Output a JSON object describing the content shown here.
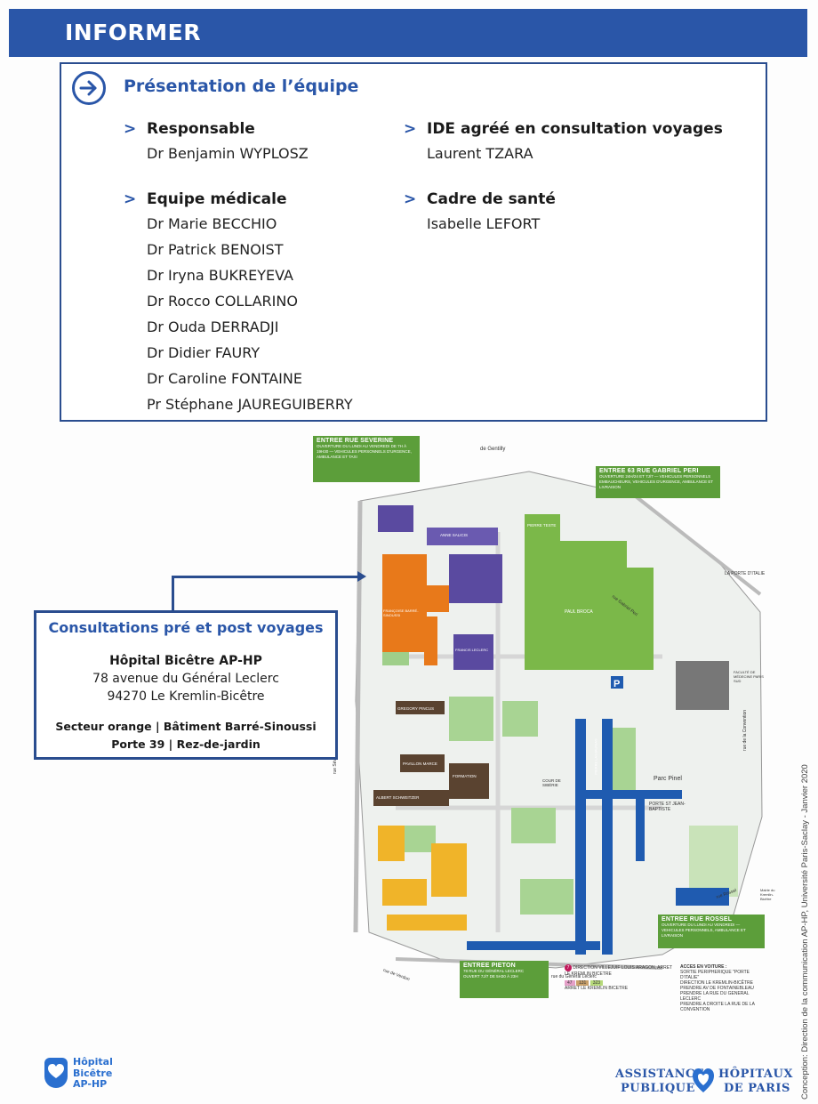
{
  "header": {
    "title": "INFORMER"
  },
  "team": {
    "title": "Présentation de l’équipe",
    "chevron": ">",
    "responsable": {
      "role": "Responsable",
      "people": [
        "Dr Benjamin WYPLOSZ"
      ]
    },
    "equipe": {
      "role": "Equipe médicale",
      "people": [
        "Dr Marie BECCHIO",
        "Dr Patrick BENOIST",
        "Dr Iryna BUKREYEVA",
        "Dr Rocco COLLARINO",
        "Dr Ouda DERRADJI",
        "Dr Didier FAURY",
        "Dr Caroline FONTAINE",
        "Pr Stéphane JAUREGUIBERRY"
      ]
    },
    "ide": {
      "role": "IDE agréé en consultation voyages",
      "people": [
        "Laurent TZARA"
      ]
    },
    "cadre": {
      "role": "Cadre de santé",
      "people": [
        "Isabelle LEFORT"
      ]
    }
  },
  "consultation": {
    "title": "Consultations pré et post voyages",
    "hospital": "Hôpital Bicêtre AP-HP",
    "address_line1": "78 avenue du Général Leclerc",
    "address_line2": "94270 Le Kremlin-Bicêtre",
    "secteur_line1": "Secteur orange | Bâtiment Barré-Sinoussi",
    "secteur_line2": "Porte 39 | Rez-de-jardin"
  },
  "map": {
    "entrances": {
      "severine": {
        "title": "ENTREE RUE SEVERINE",
        "detail": "OUVERTURE DU LUNDI AU VENDREDI DE 7H À 19H30 — VEHICULES PERSONNELS D'URGENCE, AMBULANCE ET TAXI"
      },
      "peri": {
        "title": "ENTREE 63 RUE GABRIEL PERI",
        "detail": "OUVERTURE 24H/24 ET 7J/7 — VEHICULES PERSONNELS EMBAUCHEURS, VEHICULES D'URGENCE, AMBULANCE ET LIVRAISON"
      },
      "rossel": {
        "title": "ENTREE RUE ROSSEL",
        "detail": "OUVERTURE DU LUNDI AU VENDREDI — VEHICULES PERSONNELS, AMBULANCE ET LIVRAISON"
      },
      "pieton": {
        "title": "ENTREE PIETON",
        "subtitle": "78 RUE DU GÉNÉRAL LECLERC",
        "detail": "OUVERT 7J/7 DE 5H30 À 23H"
      }
    },
    "labels": {
      "gentilly": "de Gentilly",
      "rue_gabriel_peri": "rue Gabriel Peri",
      "porte_italie": "LA PORTE D'ITALIE",
      "rue_severine": "rue Séverine",
      "rue_convention": "rue de la Convention",
      "rue_rossel": "rue Rossel",
      "rue_verdun": "rue de Verdun",
      "rue_leclerc": "rue du Général Leclerc",
      "parc_pinel": "Parc Pinel",
      "porte_st_jean": "PORTE ST JEAN-BAPTISTE",
      "faculte": "FACULTÉ DE MÉDECINE PARIS SUD",
      "cour_siberie": "COUR DE SIBÉRIE",
      "francoise_barre": "FRANÇOISE BARRÉ-SINOUSSI",
      "paul_broca": "PAUL BROCA",
      "pierre_lasjaunias": "PIERRE LASJAUNIAS",
      "gregory_pincus": "GREGORY PINCUS",
      "pavillon_marce": "PAVILLON MARCE",
      "albert_schweitzer": "ALBERT SCHWEITZER",
      "formation": "FORMATION",
      "francis_leclerc": "FRANCIS LECLERC",
      "anne_salicis": "ANNE SALICIS",
      "pierre_teste": "PIERRE TESTE",
      "mairie": "Mairie du Kremlin-Bicêtre"
    },
    "legend": {
      "bus_title": "DIRECTION VILLEJUIF LOUIS ARAGON, ARRET LE KREMLIN BICETRE",
      "bus_line": "7",
      "bus_numbers": [
        "47",
        "131",
        "323"
      ],
      "bus_stop": "ARRET LE KREMLIN BICETRE",
      "car_title": "ACCES EN VOITURE :",
      "car_steps": [
        "SORTIE PERIPHERIQUE \"PORTE D'ITALIE\"",
        "DIRECTION LE KREMLIN-BICÊTRE",
        "PRENDRE AV DE FONTAINEBLEAU",
        "PRENDRE LA RUE DU GENERAL LECLERC",
        "PRENDRE A DROITE LA RUE DE LA CONVENTION"
      ]
    },
    "colors": {
      "orange": "#e8791a",
      "green": "#7bb849",
      "blue": "#1f5bb0",
      "purple": "#5a4aa0",
      "yellow": "#f0b429",
      "brown": "#5a4330"
    }
  },
  "footer": {
    "logo_left": [
      "Hôpital",
      "Bicêtre",
      "AP-HP"
    ],
    "logo_right_1": "ASSISTANCE",
    "logo_right_2": "PUBLIQUE",
    "logo_right_3": "HÔPITAUX",
    "logo_right_4": "DE PARIS",
    "credit": "Conception: Direction de la communication AP-HP, Université Paris-Saclay - Janvier 2020"
  }
}
